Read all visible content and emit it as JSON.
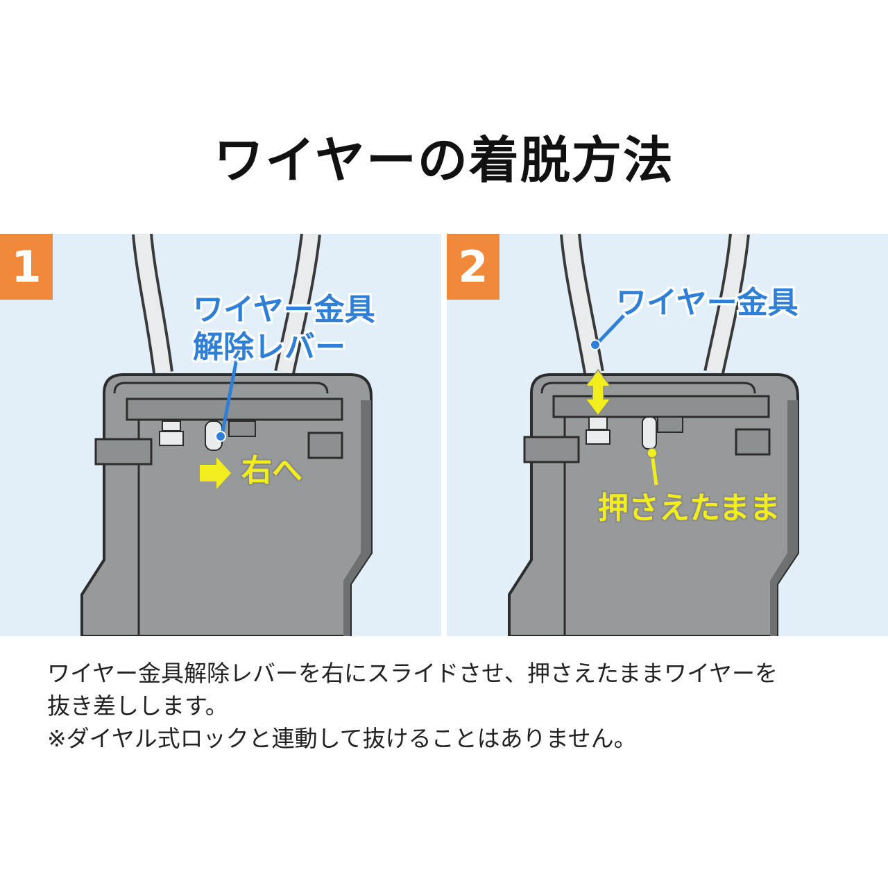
{
  "title": "ワイヤーの着脱方法",
  "steps": [
    {
      "number": "1",
      "callout_lines": [
        "ワイヤー金具",
        "解除レバー"
      ],
      "action": "右へ"
    },
    {
      "number": "2",
      "callout": "ワイヤー金具",
      "action": "押さえたまま"
    }
  ],
  "description": [
    "ワイヤー金具解除レバーを右にスライドさせ、押さえたままワイヤーを",
    "抜き差しします。",
    "※ダイヤル式ロックと連動して抜けることはありません。"
  ],
  "colors": {
    "badge": "#f08a3a",
    "callout_blue": "#2f7fd6",
    "callout_yellow": "#f2ee1d",
    "panel_bg": "#e3eff8",
    "device_gray": "#979a9a"
  }
}
